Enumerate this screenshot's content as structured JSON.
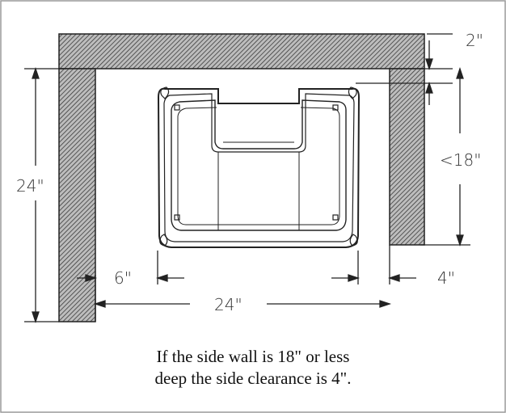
{
  "dimensions": {
    "top_gap": "2\"",
    "side_depth": "<18\"",
    "total_depth": "24\"",
    "left_clearance": "6\"",
    "right_clearance": "4\"",
    "width": "24\""
  },
  "caption": {
    "line1": "If the side wall is 18\" or less",
    "line2": "deep the side clearance is 4\"."
  },
  "colors": {
    "wall_hatch": "#555555",
    "line": "#222222"
  }
}
